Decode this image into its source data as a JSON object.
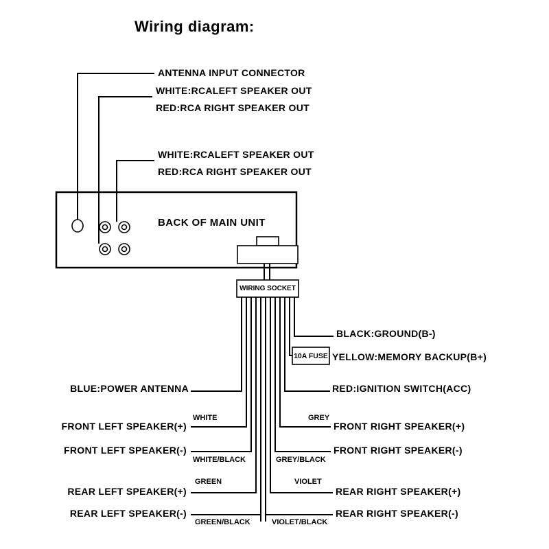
{
  "title": "Wiring diagram:",
  "main_unit": {
    "label": "BACK OF MAIN UNIT"
  },
  "wiring_socket": {
    "label": "WIRING SOCKET"
  },
  "fuse": {
    "label": "10A FUSE"
  },
  "top_labels": {
    "antenna": "ANTENNA INPUT CONNECTOR",
    "rca1_line1": "WHITE:RCALEFT SPEAKER OUT",
    "rca1_line2": "RED:RCA RIGHT SPEAKER OUT",
    "rca2_line1": "WHITE:RCALEFT SPEAKER OUT",
    "rca2_line2": "RED:RCA RIGHT SPEAKER OUT"
  },
  "right_labels": {
    "ground": "BLACK:GROUND(B-)",
    "memory": "YELLOW:MEMORY BACKUP(B+)",
    "ignition": "RED:IGNITION SWITCH(ACC)",
    "front_right_pos": "FRONT RIGHT SPEAKER(+)",
    "front_right_neg": "FRONT RIGHT SPEAKER(-)",
    "rear_right_pos": "REAR RIGHT SPEAKER(+)",
    "rear_right_neg": "REAR RIGHT SPEAKER(-)"
  },
  "left_labels": {
    "power_antenna": "BLUE:POWER ANTENNA",
    "front_left_pos": "FRONT LEFT SPEAKER(+)",
    "front_left_neg": "FRONT LEFT SPEAKER(-)",
    "rear_left_pos": "REAR LEFT SPEAKER(+)",
    "rear_left_neg": "REAR LEFT SPEAKER(-)"
  },
  "wire_colors": {
    "white": "WHITE",
    "white_black": "WHITE/BLACK",
    "green": "GREEN",
    "green_black": "GREEN/BLACK",
    "grey": "GREY",
    "grey_black": "GREY/BLACK",
    "violet": "VIOLET",
    "violet_black": "VIOLET/BLACK"
  },
  "colors": {
    "line": "#000000",
    "background": "#ffffff"
  }
}
